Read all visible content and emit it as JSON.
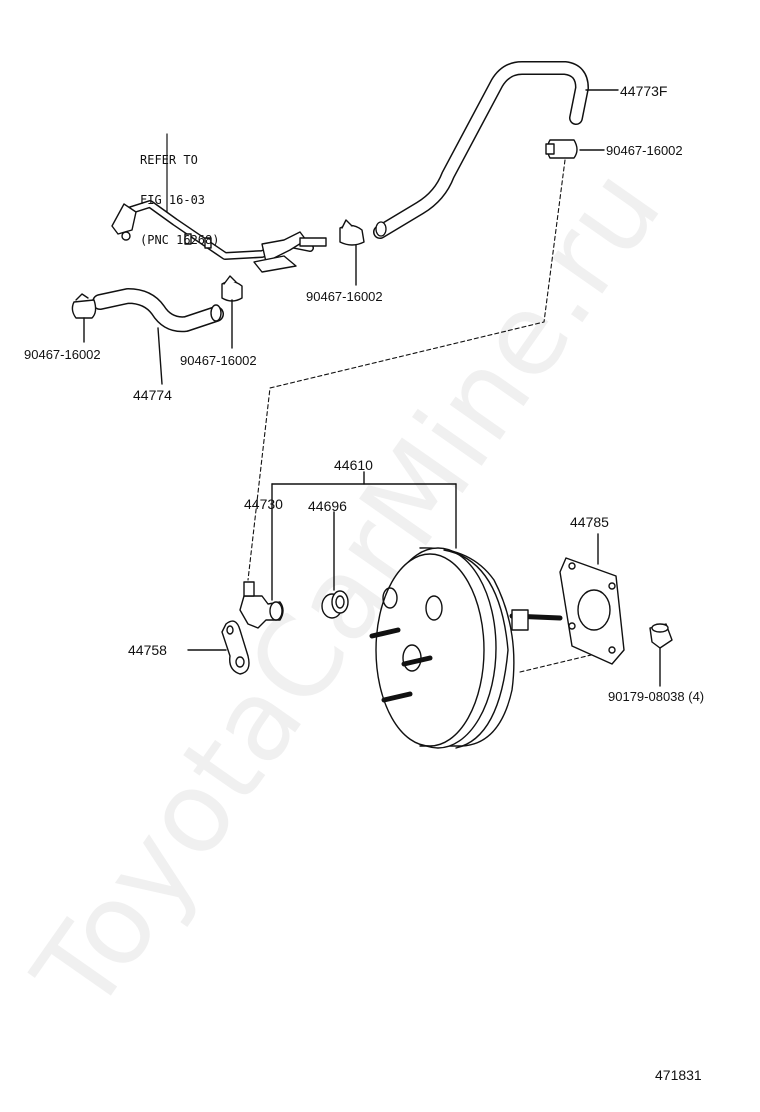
{
  "watermark": "ToyotaCarMine.ru",
  "refer_note": [
    "REFER TO",
    "FIG 16-03",
    "(PNC 16268)"
  ],
  "labels": {
    "hose_upper": "44773F",
    "clamp_right": "90467-16002",
    "clamp_mid": "90467-16002",
    "clamp_left": "90467-16002",
    "clamp_lower": "90467-16002",
    "hose_lower": "44774",
    "booster_assy": "44610",
    "check_valve": "44730",
    "grommet": "44696",
    "gasket": "44785",
    "bracket": "44758",
    "nut": "90179-08038 (4)",
    "figure_no": "471831"
  }
}
